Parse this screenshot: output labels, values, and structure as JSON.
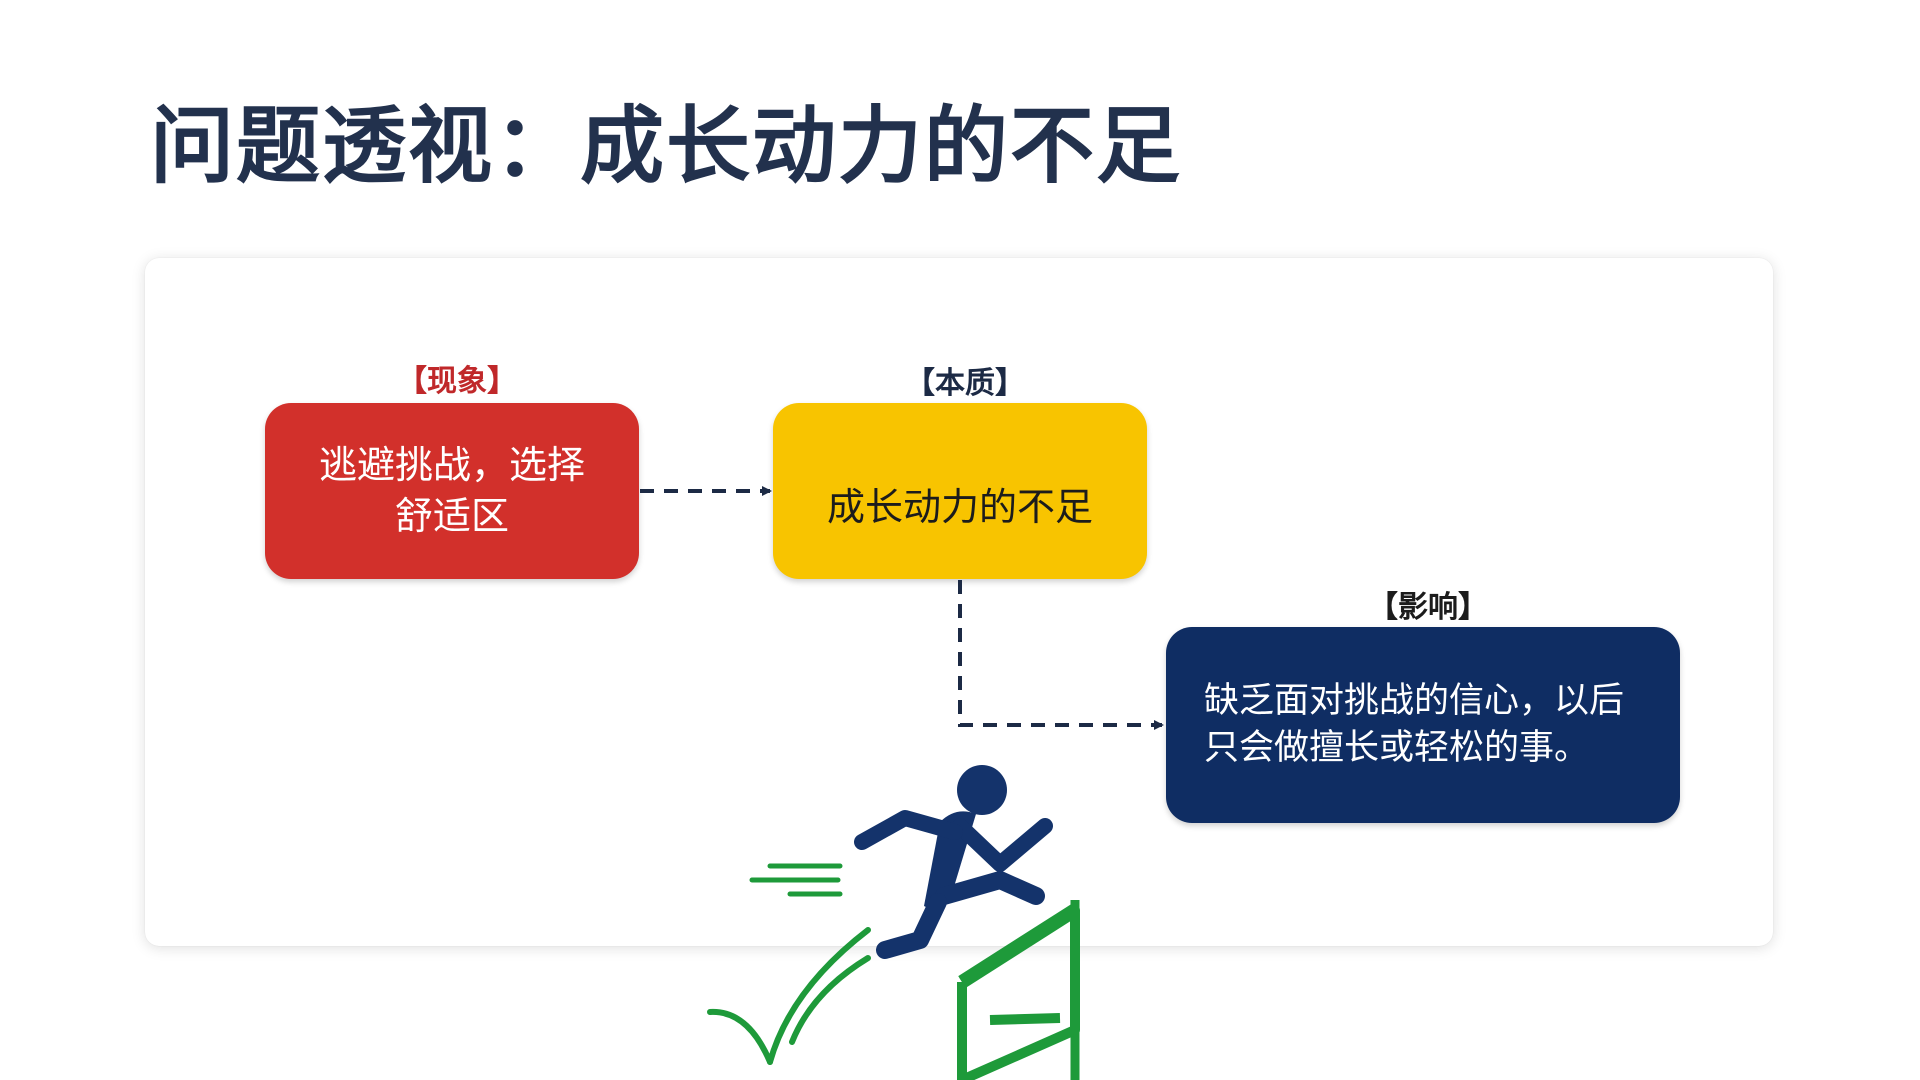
{
  "page": {
    "title": "问题透视：成长动力的不足"
  },
  "diagram": {
    "phenomenon": {
      "tag": "【现象】",
      "text": "逃避挑战，选择舒适区",
      "color": "#d2302b",
      "tag_color": "#c0282a"
    },
    "essence": {
      "tag": "【本质】",
      "text": "成长动力的不足",
      "color": "#f8c400",
      "tag_color": "#1c2a45"
    },
    "impact": {
      "tag": "【影响】",
      "text": "缺乏面对挑战的信心，以后只会做擅长或轻松的事。",
      "color": "#0f2d63",
      "tag_color": "#1c1c1c"
    }
  },
  "colors": {
    "title": "#22314d",
    "arrow": "#1c2a45",
    "figure": "#14336b",
    "hurdle": "#1e9a3a"
  },
  "icons": {
    "figure": "hurdler-figure-icon",
    "hurdle": "hurdle-icon",
    "check": "checkmark-icon"
  }
}
